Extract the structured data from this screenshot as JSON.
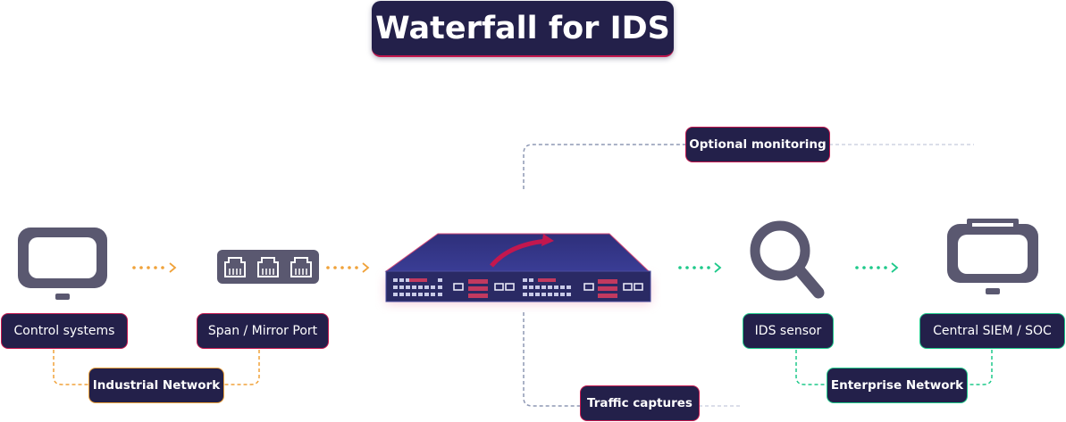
{
  "title": "Waterfall for IDS",
  "nodes": {
    "control_systems": "Control systems",
    "span_port": "Span / Mirror Port",
    "ids_sensor": "IDS sensor",
    "siem": "Central SIEM / SOC"
  },
  "groups": {
    "industrial": "Industrial Network",
    "enterprise": "Enterprise Network"
  },
  "callouts": {
    "optional_monitoring": "Optional monitoring",
    "traffic_captures": "Traffic captures"
  },
  "colors": {
    "navy": "#23204a",
    "pink": "#c3174e",
    "orange": "#f0a23a",
    "teal": "#1ec98a",
    "icon_gray": "#5a5870",
    "dashed_gray": "#8e98b4"
  },
  "icons": [
    "monitor-icon",
    "ethernet-ports-icon",
    "waterfall-appliance-icon",
    "magnifier-icon",
    "siem-monitor-icon"
  ]
}
